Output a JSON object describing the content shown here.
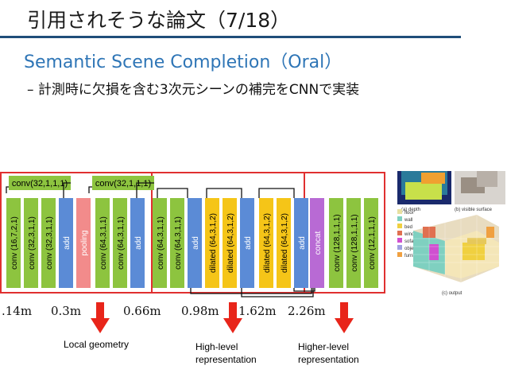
{
  "slide": {
    "title": "引用されそうな論文（7/18）",
    "subtitle": "Semantic Scene Completion（Oral）",
    "bullet": "– 計測時に欠損を含む3次元シーンの補完をCNNで実装"
  },
  "network": {
    "skip_labels": [
      "conv(32,1,1,1)",
      "conv(32,1,1,1)"
    ],
    "blocks": [
      {
        "label": "conv (16,7,2,1)",
        "color": "#8dc43f"
      },
      {
        "label": "conv (32,3,1,1)",
        "color": "#8dc43f"
      },
      {
        "label": "conv (32,3,1,1)",
        "color": "#8dc43f"
      },
      {
        "label": "add",
        "color": "#5b8bd6"
      },
      {
        "label": "pooling",
        "color": "#f28b8b"
      },
      {
        "label": "conv (64,3,1,1)",
        "color": "#8dc43f"
      },
      {
        "label": "conv (64,3,1,1)",
        "color": "#8dc43f"
      },
      {
        "label": "add",
        "color": "#5b8bd6"
      },
      {
        "label": "conv (64,3,1,1)",
        "color": "#8dc43f"
      },
      {
        "label": "conv (64,3,1,1)",
        "color": "#8dc43f"
      },
      {
        "label": "add",
        "color": "#5b8bd6"
      },
      {
        "label": "dilated (64,3,1,2)",
        "color": "#f5c518"
      },
      {
        "label": "dilated (64,3,1,2)",
        "color": "#f5c518"
      },
      {
        "label": "add",
        "color": "#5b8bd6"
      },
      {
        "label": "dilated (64,3,1,2)",
        "color": "#f5c518"
      },
      {
        "label": "dilated (64,3,1,2)",
        "color": "#f5c518"
      },
      {
        "label": "add",
        "color": "#5b8bd6"
      },
      {
        "label": "concat",
        "color": "#b86ad4"
      },
      {
        "label": "conv (128,1,1,1)",
        "color": "#8dc43f"
      },
      {
        "label": "conv (128,1,1,1)",
        "color": "#8dc43f"
      },
      {
        "label": "conv (12,1,1,1)",
        "color": "#8dc43f"
      }
    ],
    "scale_labels": [
      ".14m",
      "0.3m",
      "0.66m",
      "0.98m",
      "1.62m",
      "2.26m"
    ]
  },
  "annotations": [
    {
      "lines": [
        "Local geometry"
      ]
    },
    {
      "lines": [
        "High-level",
        "representation"
      ]
    },
    {
      "lines": [
        "Higher-level",
        "representation"
      ]
    }
  ],
  "inset": {
    "legend": [
      "floor",
      "wall",
      "bed",
      "window",
      "sofa",
      "objects",
      "furniture"
    ],
    "legend_colors": [
      "#e8e0a0",
      "#7fd0c0",
      "#f0d040",
      "#e07050",
      "#d050d0",
      "#a0a0e0",
      "#f0a040"
    ],
    "captions": [
      "(a) depth",
      "(b) visible surface",
      "(c) output"
    ]
  },
  "colors": {
    "arrow": "#e8251a",
    "frame": "#e03030",
    "title_rule": "#1f4e79",
    "subtitle": "#2e75b6"
  }
}
